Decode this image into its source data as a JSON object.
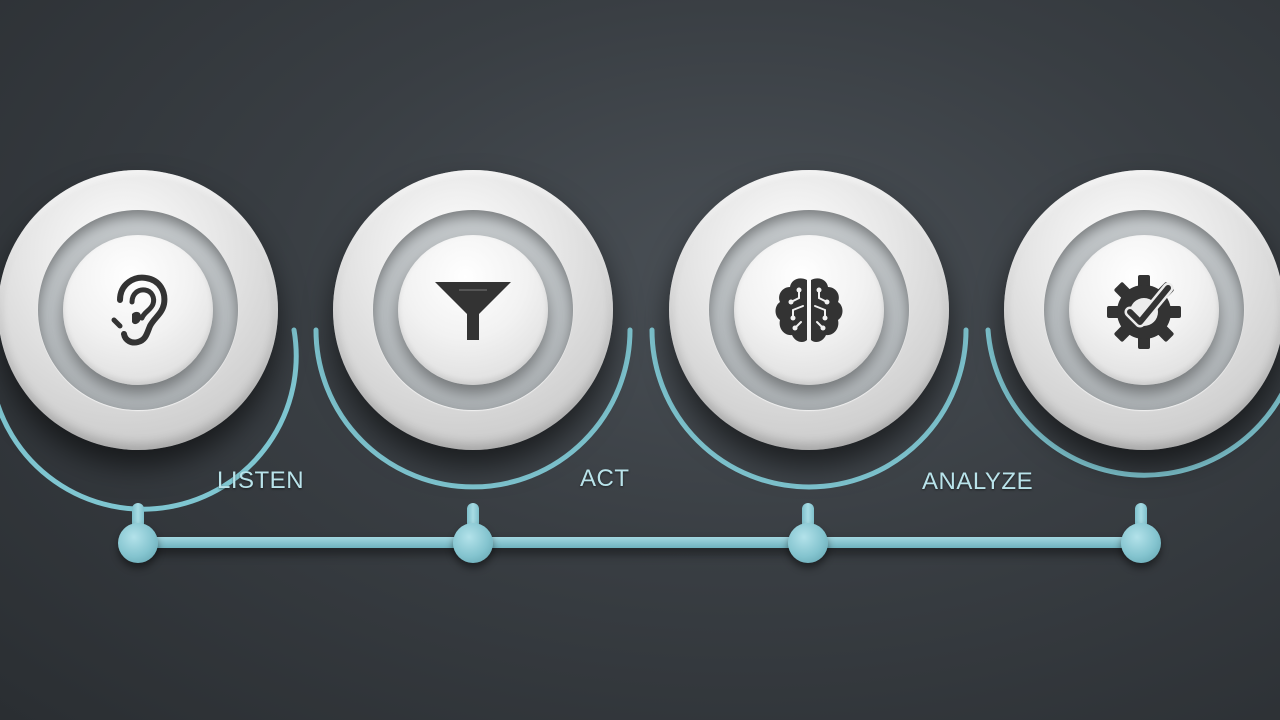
{
  "colors": {
    "accent": "#7fc6d1",
    "icon": "#333333",
    "background": "#3a3f44"
  },
  "steps": [
    {
      "icon": "ear-icon",
      "label": "LISTEN"
    },
    {
      "icon": "funnel-icon",
      "label": "ACT"
    },
    {
      "icon": "brain-icon",
      "label": "ANALYZE"
    },
    {
      "icon": "gear-check-icon",
      "label": ""
    }
  ]
}
